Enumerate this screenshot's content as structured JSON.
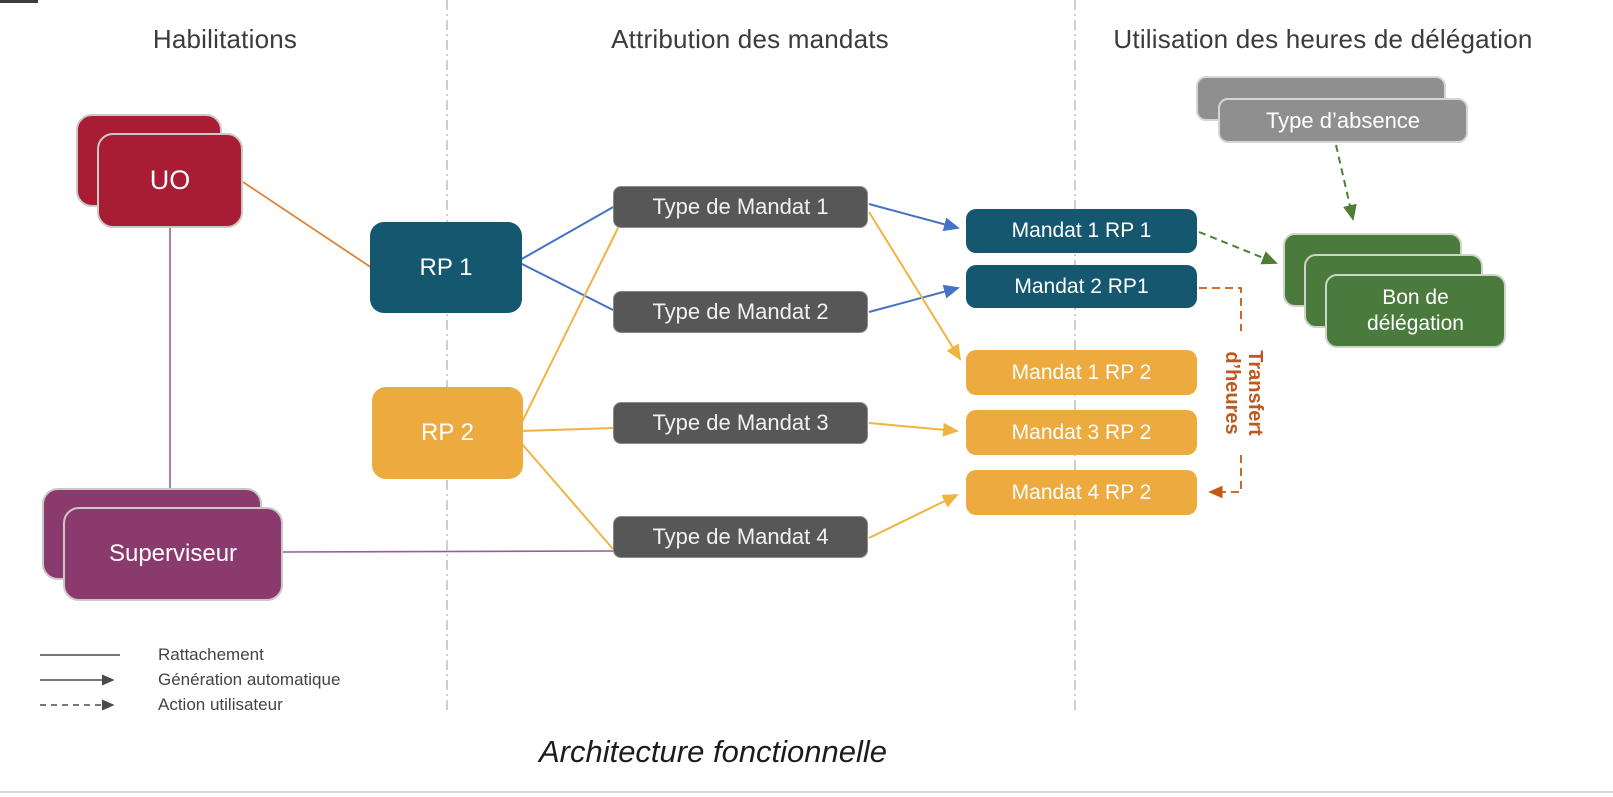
{
  "headers": {
    "habilitations": "Habilitations",
    "attribution": "Attribution des mandats",
    "utilisation": "Utilisation des heures de délégation"
  },
  "nodes": {
    "uo": "UO",
    "superviseur": "Superviseur",
    "rp1": "RP 1",
    "rp2": "RP 2",
    "tm1": "Type de Mandat 1",
    "tm2": "Type de Mandat 2",
    "tm3": "Type de Mandat 3",
    "tm4": "Type de Mandat 4",
    "m1rp1": "Mandat 1 RP 1",
    "m2rp1": "Mandat 2 RP1",
    "m1rp2": "Mandat 1 RP 2",
    "m3rp2": "Mandat 3 RP 2",
    "m4rp2": "Mandat 4 RP 2",
    "type_absence": "Type d’absence",
    "bon_delegation": "Bon de délégation"
  },
  "annotations": {
    "transfert_heures": "Transfert\nd’heures"
  },
  "legend": [
    {
      "style": "solid-line",
      "label": "Rattachement"
    },
    {
      "style": "solid-arrow",
      "label": "Génération automatique"
    },
    {
      "style": "dashed-arrow",
      "label": "Action utilisateur"
    }
  ],
  "title": "Architecture fonctionnelle",
  "colors": {
    "crimson": "#a81d33",
    "plum": "#8b3a6e",
    "teal": "#14576f",
    "gold": "#ecaa3f",
    "dark_gray": "#575757",
    "mid_gray": "#8f8f8f",
    "green": "#4b7b3c",
    "connector_blue": "#4472c4",
    "connector_yellow": "#f0b441",
    "connector_orange": "#e0813c",
    "connector_purple": "#9b5b93",
    "dashed_green": "#4e7e35",
    "dashed_orange": "#c55a11",
    "separator_gray": "#b4b4b4"
  }
}
